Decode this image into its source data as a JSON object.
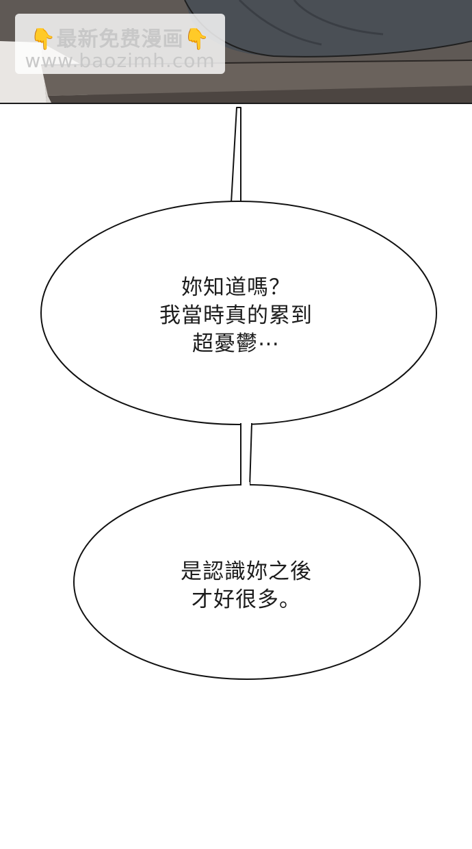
{
  "watermark": {
    "line1": "最新免费漫画",
    "line2": "www.baozimh.com",
    "hand_icon": "pointing-down-hand",
    "hand_color": "#f2b21c"
  },
  "bubbles": [
    {
      "lines": [
        "妳知道嗎？",
        "我當時真的累到",
        "超憂鬱⋯"
      ]
    },
    {
      "lines": [
        "是認識妳之後",
        "才好很多。"
      ]
    }
  ],
  "colors": {
    "background": "#ffffff",
    "panel_dark": "#5d5854",
    "ink": "#1c1c1c"
  }
}
